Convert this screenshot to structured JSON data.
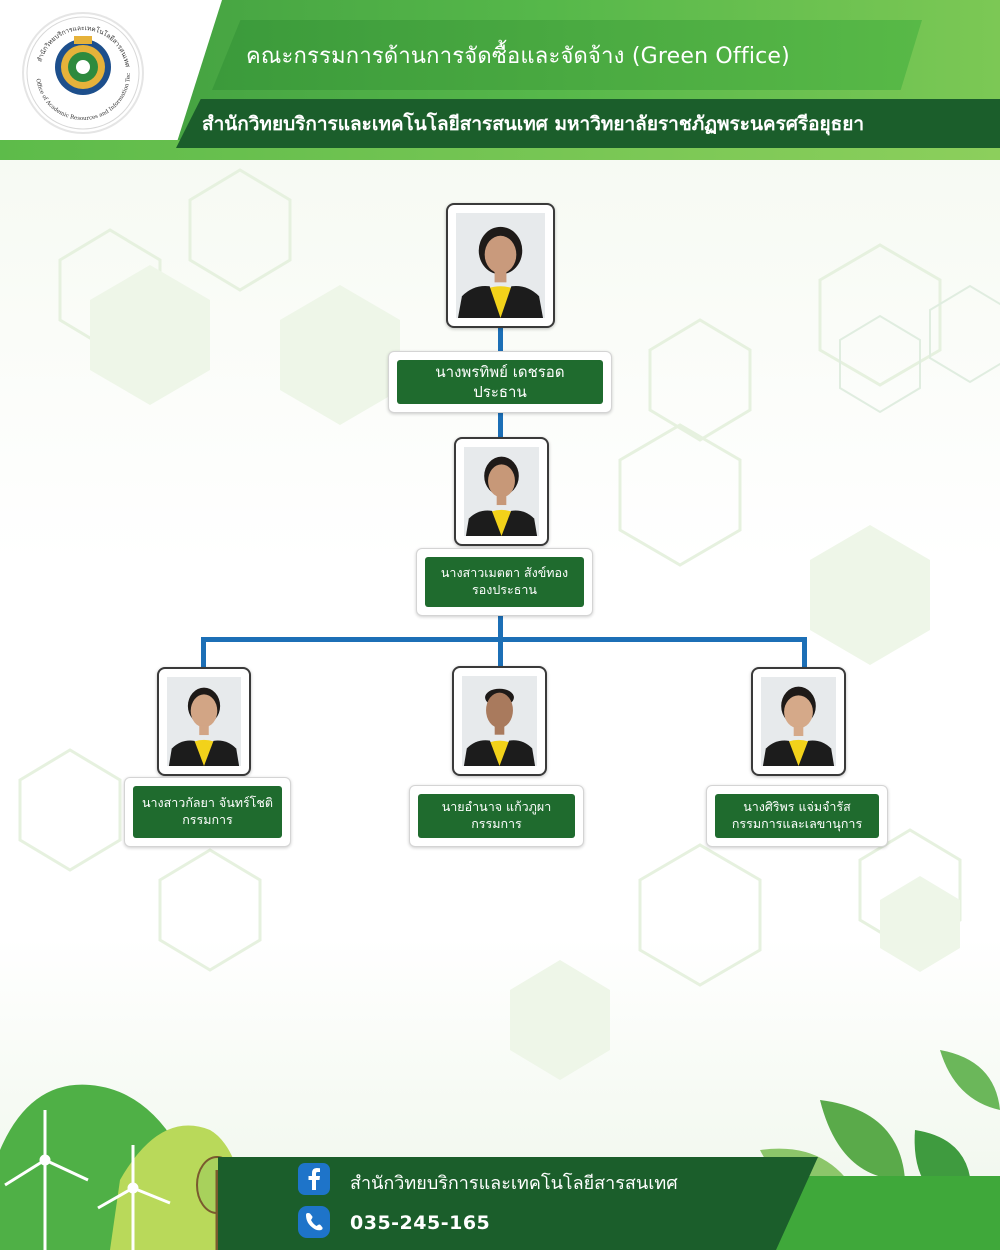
{
  "header": {
    "title": "คณะกรรมการด้านการจัดซื้อและจัดจ้าง (Green Office)",
    "subtitle": "สำนักวิทยบริการและเทคโนโลยีสารสนเทศ มหาวิทยาลัยราชภัฏพระนครศรีอยุธยา",
    "logo_text_thai": "สำนักวิทยบริการและเทคโนโลยีสารสนเทศ",
    "logo_text_en": "Office of Academic Resources and Information Technology"
  },
  "chart": {
    "chair": {
      "name": "นางพรทิพย์ เดชรอด",
      "role": "ประธาน"
    },
    "vice_chair": {
      "name": "นางสาวเมตตา สังข์ทอง",
      "role": "รองประธาน"
    },
    "members": [
      {
        "name": "นางสาวกัลยา จันทร์โชติ",
        "role": "กรรมการ"
      },
      {
        "name": "นายอำนาจ แก้วภูผา",
        "role": "กรรมการ"
      },
      {
        "name": "นางศิริพร แจ่มจำรัส",
        "role": "กรรมการและเลขานุการ"
      }
    ]
  },
  "footer": {
    "facebook_name": "สำนักวิทยบริการและเทคโนโลยีสารสนเทศ",
    "phone": "035-245-165"
  },
  "colors": {
    "header_green": "#56b84a",
    "dark_green": "#1b5e2b",
    "label_green": "#1f6b2e",
    "connector_blue": "#1c6fb6",
    "shirt_yellow": "#f2d21a"
  }
}
